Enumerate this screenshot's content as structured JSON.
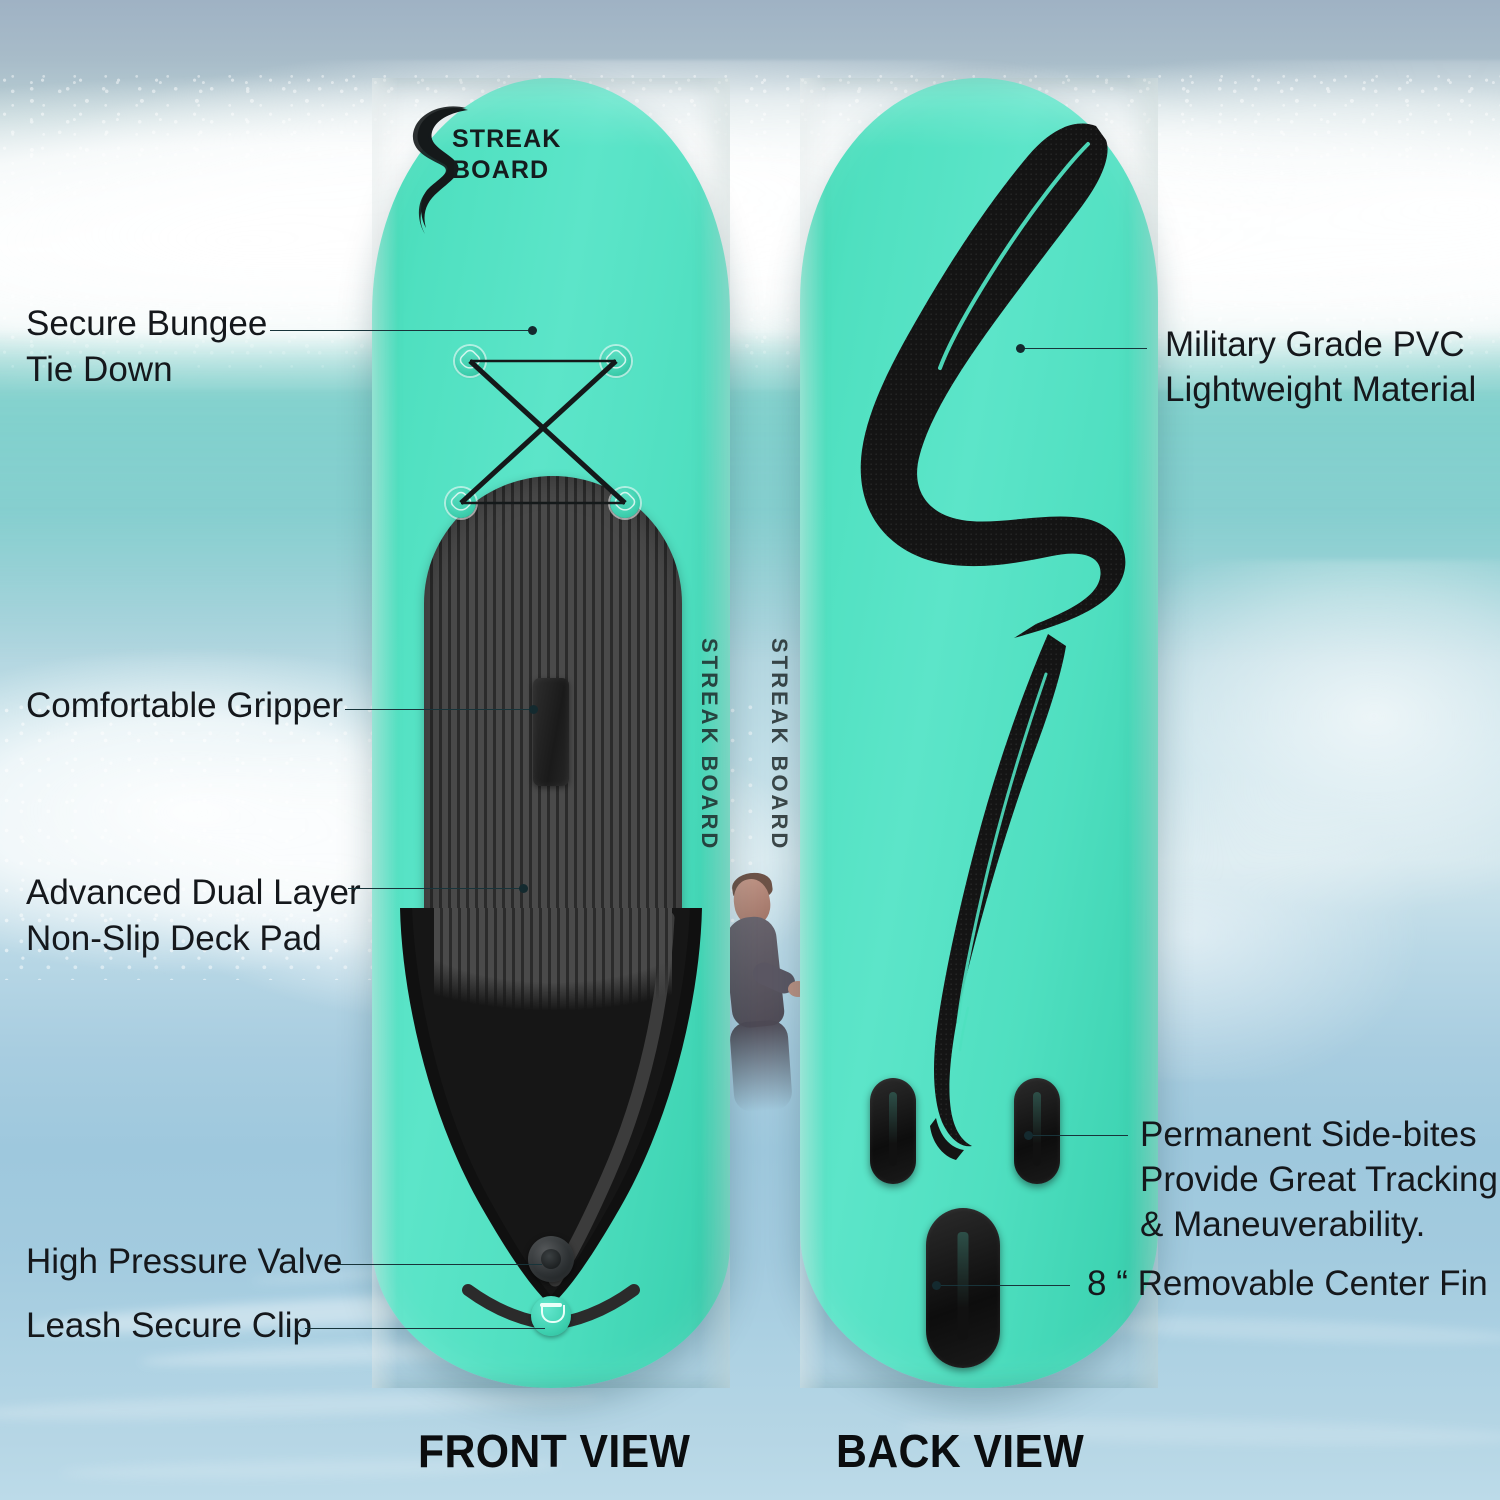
{
  "scene": {
    "background_description": "ocean wave with white foam",
    "sky_color": "#9fb2c4",
    "water_color": "#9ed3d2",
    "foam_color": "#ffffff"
  },
  "product": {
    "brand_line1": "STREAK",
    "brand_line2": "BOARD",
    "rail_text": "STREAK BOARD",
    "board_color": "#4fe0c0",
    "accent_dark": "#121212",
    "deck_pad_color": "#3d3d3d"
  },
  "captions": {
    "front": "FRONT VIEW",
    "back": "BACK VIEW"
  },
  "callouts": {
    "left": [
      {
        "id": "bungee",
        "lines": [
          "Secure Bungee",
          "Tie Down"
        ]
      },
      {
        "id": "gripper",
        "lines": [
          "Comfortable Gripper"
        ]
      },
      {
        "id": "deckpad",
        "lines": [
          "Advanced Dual Layer",
          "Non-Slip Deck Pad"
        ]
      },
      {
        "id": "valve",
        "lines": [
          "High Pressure Valve"
        ]
      },
      {
        "id": "leash",
        "lines": [
          "Leash Secure Clip"
        ]
      }
    ],
    "right": [
      {
        "id": "pvc",
        "lines": [
          "Military Grade PVC",
          "Lightweight Material"
        ]
      },
      {
        "id": "sidebite",
        "lines": [
          "Permanent Side-bites",
          "Provide Great Tracking",
          "& Maneuverability."
        ]
      },
      {
        "id": "centerfin",
        "lines": [
          "8 “ Removable Center Fin"
        ]
      }
    ]
  }
}
